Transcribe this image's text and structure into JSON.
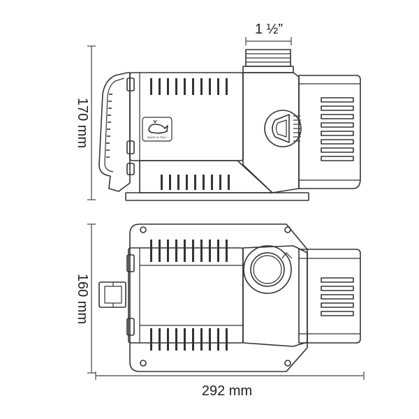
{
  "dimensions": {
    "outlet": "1 ½”",
    "side_height": "170 mm",
    "top_width": "160 mm",
    "length": "292 mm"
  },
  "badge": {
    "text": "MADE IN ITALY"
  },
  "colors": {
    "line": "#333333",
    "background": "#ffffff"
  }
}
